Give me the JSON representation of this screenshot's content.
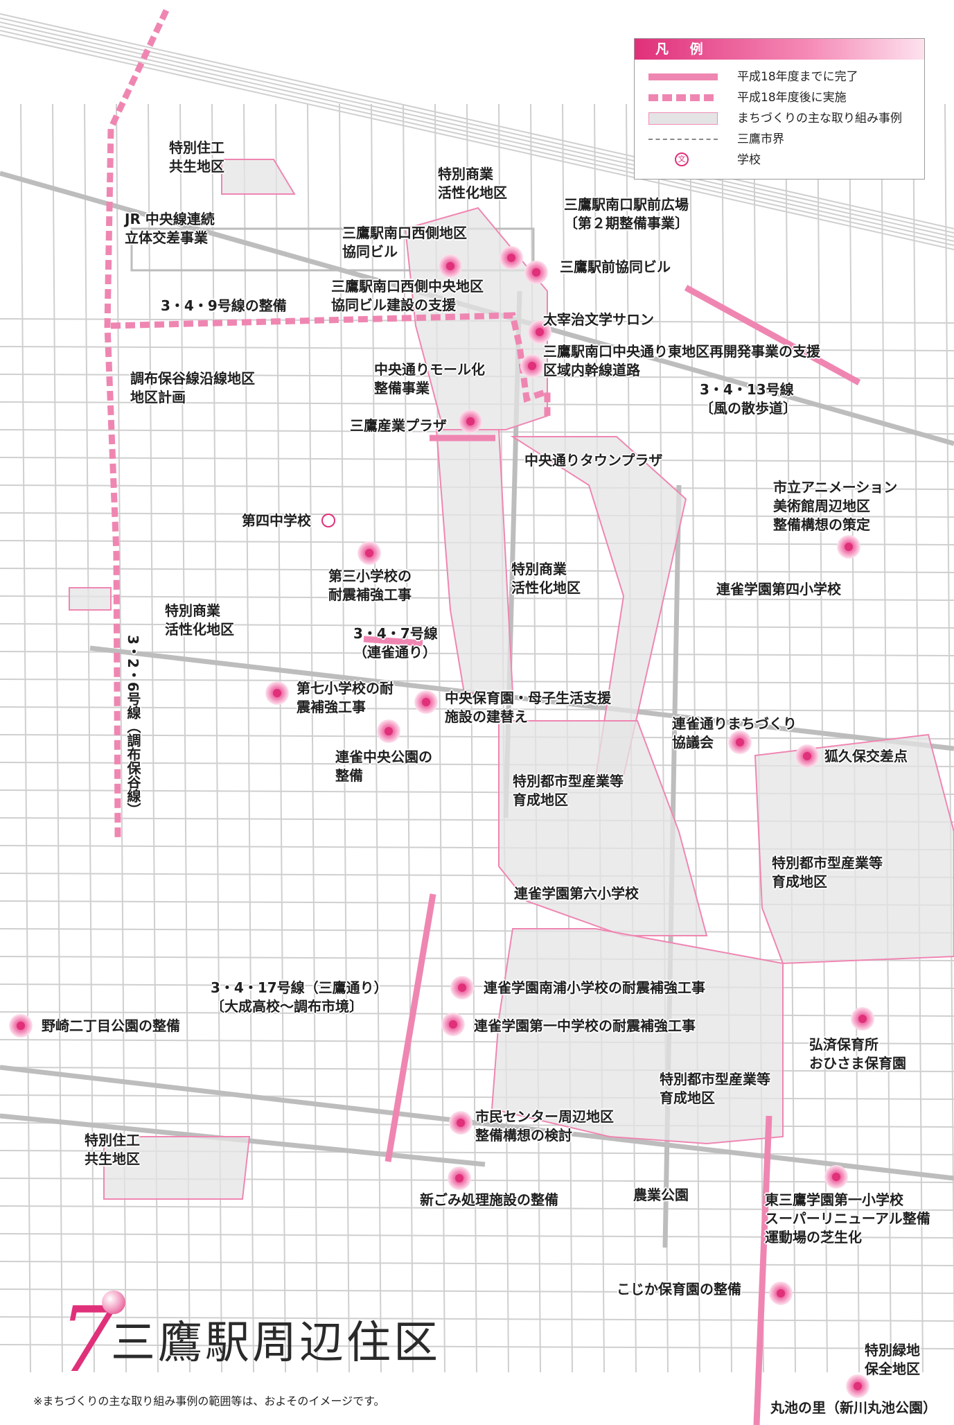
{
  "colors": {
    "accent": "#e0307a",
    "route_done": "#ef86b2",
    "area_fill": "#e4e4e4",
    "map_lines": "#c8c8c8"
  },
  "legend": {
    "title": "凡 例",
    "items": [
      {
        "symbol": "solid-line",
        "label": "平成18年度までに完了"
      },
      {
        "symbol": "dashed-line",
        "label": "平成18年度後に実施"
      },
      {
        "symbol": "shaded-area",
        "label": "まちづくりの主な取り組み事例"
      },
      {
        "symbol": "dashdot-line",
        "label": "三鷹市界"
      },
      {
        "symbol": "school-icon",
        "icon_text": "文",
        "label": "学校"
      }
    ]
  },
  "labels": {
    "tokubetsu_juko_north": "特別住工\n共生地区",
    "tokubetsu_shogyo_north": "特別商業\n活性化地区",
    "jr_chuo": "JR 中央線連続\n立体交差事業",
    "minami_nishi": "三鷹駅南口西側地区\n協同ビル",
    "ekimae_hiroba": "三鷹駅南口駅前広場\n〔第２期整備事業〕",
    "ekimae_kyodo": "三鷹駅前協同ビル",
    "minami_nishi_chuo": "三鷹駅南口西側中央地区\n協同ビル建設の支援",
    "route_349": "3・4・9号線の整備",
    "dazai": "太宰治文学サロン",
    "higashi_saikaihatsu": "三鷹駅南口中央通り東地区再開発事業の支援\n区域内幹線道路",
    "chofu_hodoya": "調布保谷線沿線地区\n地区計画",
    "mall": "中央通りモール化\n整備事業",
    "route_3413": "3・4・13号線\n〔風の散歩道〕",
    "sangyo_plaza": "三鷹産業プラザ",
    "town_plaza": "中央通りタウンプラザ",
    "animation": "市立アニメーション\n美術館周辺地区\n整備構想の策定",
    "daiyon_chu": "第四中学校",
    "daisan_sho": "第三小学校の\n耐震補強工事",
    "tokubetsu_shogyo_mid": "特別商業\n活性化地区",
    "renjaku_daiyon": "連雀学園第四小学校",
    "tokubetsu_shogyo_west": "特別商業\n活性化地区",
    "route_347": "3・4・7号線\n（連雀通り）",
    "route_326": "3・2・6号線（調布保谷線）",
    "dainana_sho": "第七小学校の耐\n震補強工事",
    "chuo_hoikuen": "中央保育園・母子生活支援\n施設の建替え",
    "renjaku_park": "連雀中央公園の\n整備",
    "renjaku_kyogikai": "連雀通りまちづくり\n協議会",
    "kugayama": "狐久保交差点",
    "toshigata_1": "特別都市型産業等\n育成地区",
    "toshigata_2": "特別都市型産業等\n育成地区",
    "renjaku_dairoku": "連雀学園第六小学校",
    "route_3417": "3・4・17号線（三鷹通り）\n〔大成高校～調布市境〕",
    "nanpo_sho": "連雀学園南浦小学校の耐震補強工事",
    "daiichi_chu": "連雀学園第一中学校の耐震補強工事",
    "nozaki_park": "野崎二丁目公園の整備",
    "kosai_hoikuen": "弘済保育所\nおひさま保育園",
    "toshigata_3": "特別都市型産業等\n育成地区",
    "tokubetsu_juko_south": "特別住工\n共生地区",
    "shimin_center": "市民センター周辺地区\n整備構想の検討",
    "gomi": "新ごみ処理施設の整備",
    "nogyo_park": "農業公園",
    "higashi_mitaka": "東三鷹学園第一小学校\nスーパーリニューアル整備\n運動場の芝生化",
    "kojika": "こじか保育園の整備",
    "ryokuchi": "特別緑地\n保全地区",
    "maruike": "丸池の里（新川丸池公園）"
  },
  "district": {
    "number": "7",
    "name": "三鷹駅周辺住区"
  },
  "note": "※まちづくりの主な取り組み事例の範囲等は、およそのイメージです。"
}
